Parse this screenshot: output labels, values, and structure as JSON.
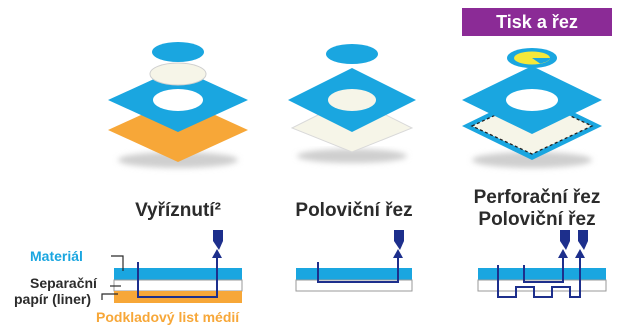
{
  "badge": {
    "label": "Tisk a řez"
  },
  "captions": {
    "kiss_cut": "Vyříznutí²",
    "half_cut": "Poloviční řez",
    "perforation": "Perforační řez",
    "half_cut_2": "Poloviční řez"
  },
  "legend": {
    "material": "Materiál",
    "liner_line1": "Separační",
    "liner_line2": "papír (liner)",
    "carrier": "Podkladový list médií"
  },
  "colors": {
    "material": "#1aa6e0",
    "liner": "#ffffff",
    "carrier": "#f7a738",
    "blade": "#1d2f8c",
    "badge": "#8b2b96",
    "sticker_yellow": "#f5e83a"
  }
}
